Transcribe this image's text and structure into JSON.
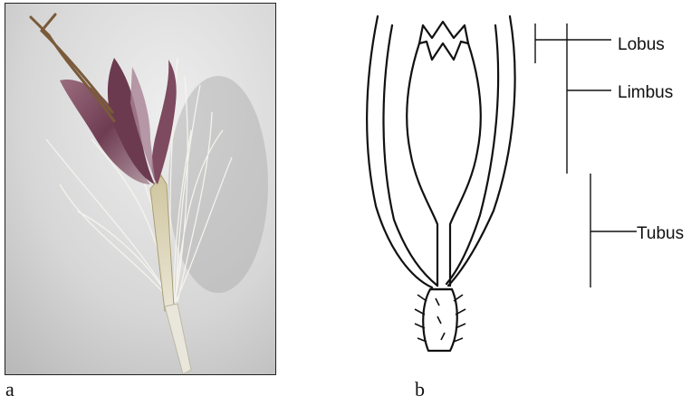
{
  "panels": {
    "a": {
      "letter": "a",
      "content": "photo"
    },
    "b": {
      "letter": "b",
      "labels": {
        "lobus": "Lobus",
        "limbus": "Limbus",
        "tubus": "Tubus"
      }
    }
  },
  "colors": {
    "photo_background": "#d9d9d9",
    "petal": "#7b4a5e",
    "hair": "#f4f1ea",
    "stem": "#c8c19a",
    "ink": "#111111"
  }
}
